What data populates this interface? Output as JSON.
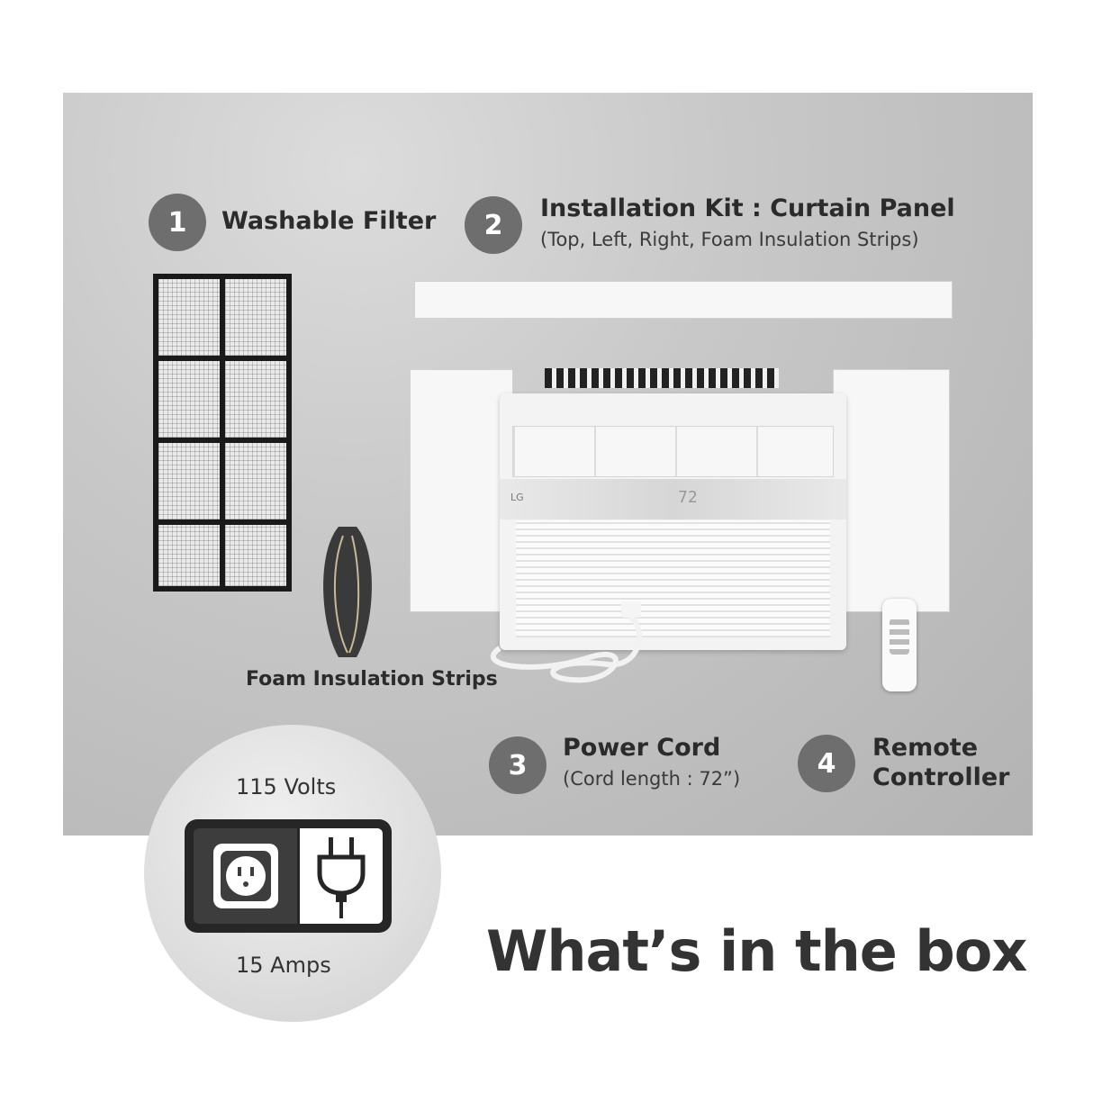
{
  "items": [
    {
      "number": "1",
      "label": "Washable Filter",
      "sub": ""
    },
    {
      "number": "2",
      "label": "Installation Kit : Curtain Panel",
      "sub": "(Top, Left, Right, Foam Insulation Strips)"
    },
    {
      "number": "3",
      "label": "Power Cord",
      "sub": "(Cord length : 72”)"
    },
    {
      "number": "4",
      "label": "Remote",
      "label2": "Controller"
    }
  ],
  "foam_label": "Foam Insulation Strips",
  "ac": {
    "logo": "LG",
    "display": "72"
  },
  "electric": {
    "volts": "115 Volts",
    "amps": "15 Amps"
  },
  "headline": "What’s in the box"
}
